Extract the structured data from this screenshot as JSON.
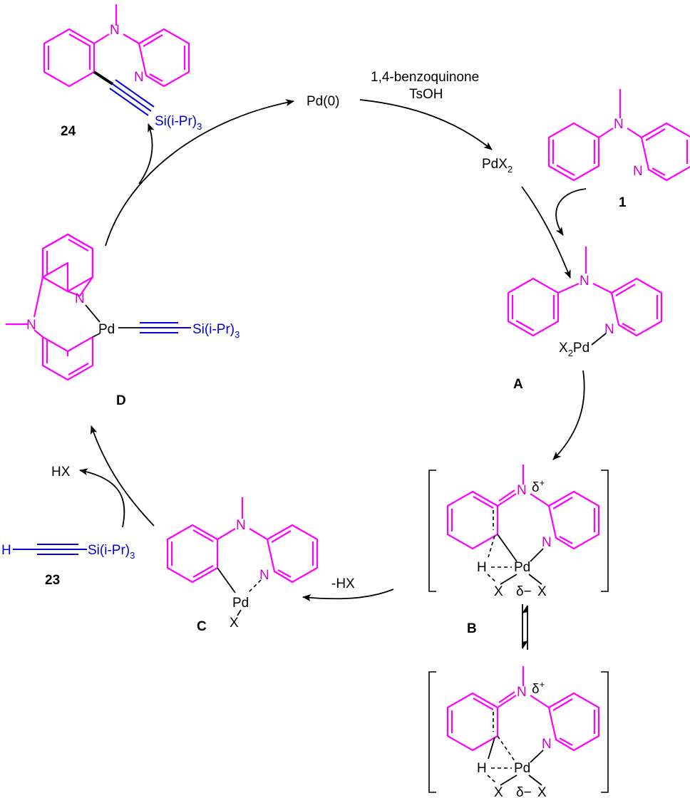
{
  "reagents": {
    "line1": "1,4-benzoquinone",
    "line2": "TsOH"
  },
  "species": {
    "pd0": "Pd(0)",
    "pdx2_base": "PdX",
    "pdx2_sub": "2",
    "si_base": "Si(i-Pr)",
    "si_sub": "3",
    "n": "N",
    "pd": "Pd",
    "x": "X",
    "h": "H",
    "x2pd_x": "X",
    "x2pd_sub": "2",
    "x2pd_pd": "Pd",
    "delta_plus": "δ",
    "plus": "+",
    "delta_minus": "δ−",
    "hx": "HX",
    "minus_hx": "-HX"
  },
  "labels": {
    "c24": "24",
    "c1": "1",
    "cA": "A",
    "cB": "B",
    "cC": "C",
    "cD": "D",
    "c23": "23"
  },
  "colors": {
    "ring": "#ff00ff",
    "alkyne": "#0000dd",
    "text": "#000000"
  }
}
